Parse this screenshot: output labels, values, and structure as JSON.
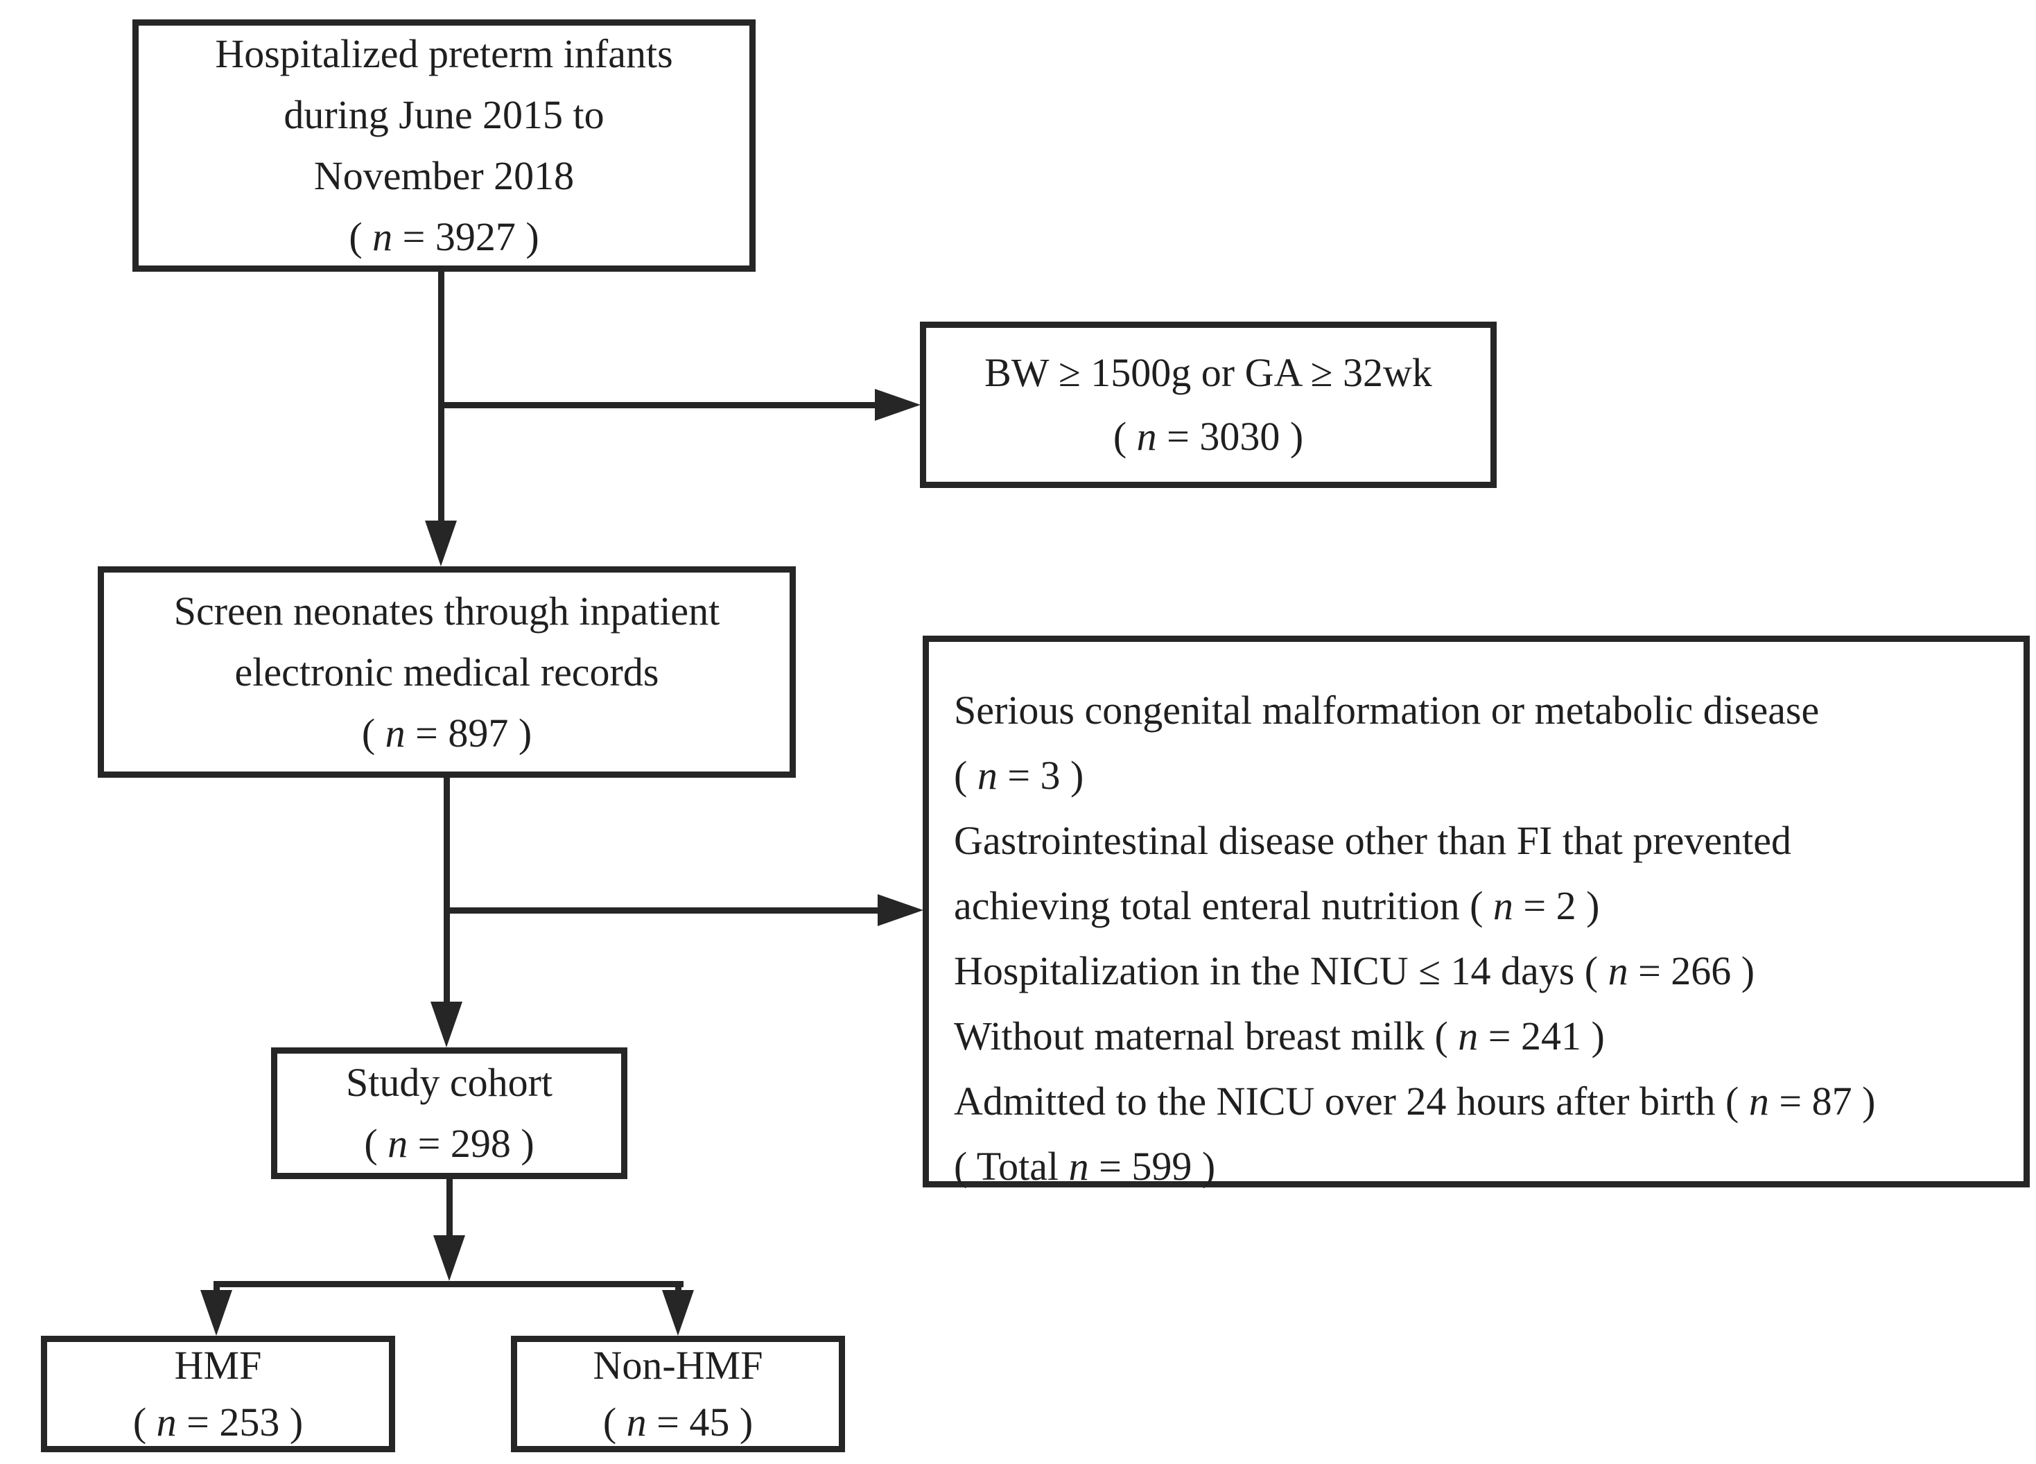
{
  "colors": {
    "line": "#262626",
    "text": "#1f1f1f",
    "background": "#ffffff"
  },
  "nodes": {
    "hospitalized": {
      "lines": [
        "Hospitalized preterm infants",
        "during June 2015 to",
        "November 2018",
        "( n = 3927 )"
      ]
    },
    "bw_exclusion": {
      "lines": [
        "BW ≥ 1500g or GA ≥ 32wk",
        "( n = 3030 )"
      ]
    },
    "screen": {
      "lines": [
        "Screen neonates through inpatient",
        "electronic medical records",
        "( n = 897 )"
      ]
    },
    "exclusions": {
      "lines": [
        "Serious congenital malformation or metabolic disease",
        "( n = 3 )",
        "Gastrointestinal disease other than FI that prevented",
        "achieving total enteral nutrition ( n = 2 )",
        "Hospitalization in the NICU ≤ 14 days ( n = 266 )",
        "Without maternal breast milk ( n = 241 )",
        "Admitted to the NICU over 24 hours after birth ( n = 87 )",
        "( Total n = 599 )"
      ]
    },
    "cohort": {
      "lines": [
        "Study cohort",
        "( n = 298 )"
      ]
    },
    "hmf": {
      "lines": [
        "HMF",
        "( n = 253 )"
      ]
    },
    "non_hmf": {
      "lines": [
        "Non-HMF",
        "( n = 45 )"
      ]
    }
  }
}
